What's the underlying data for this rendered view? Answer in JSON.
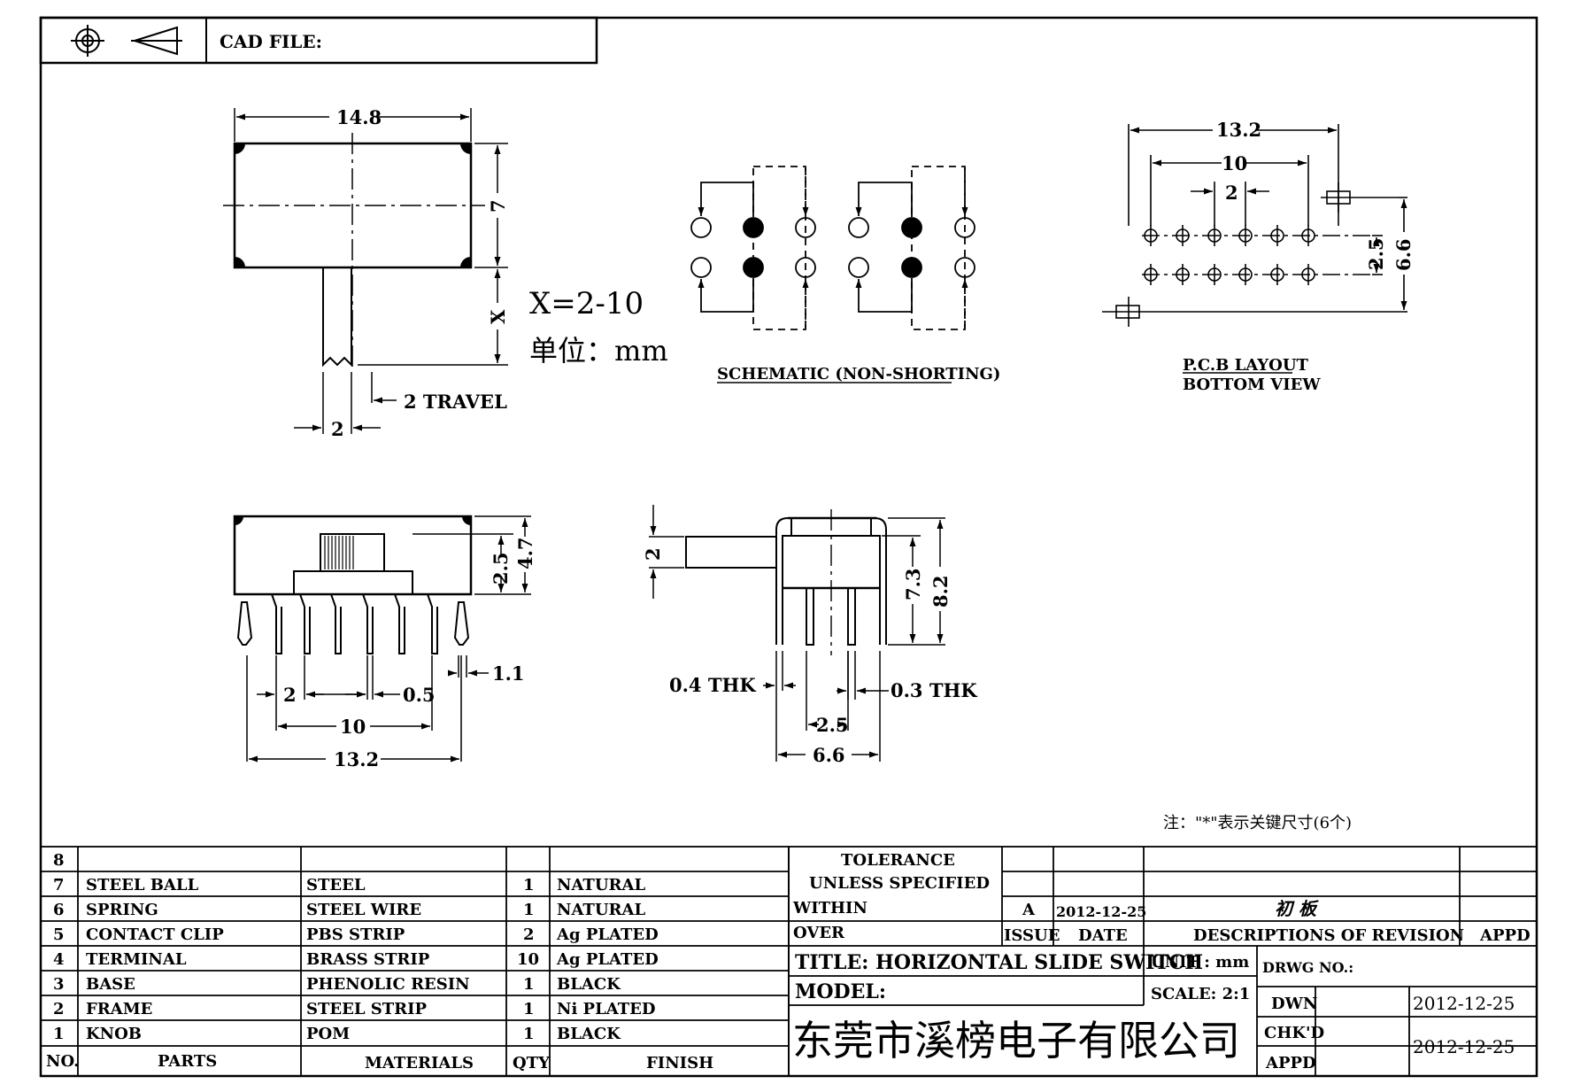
{
  "header": {
    "cad_file_label": "CAD FILE:"
  },
  "top_view": {
    "width": "14.8",
    "height": "7",
    "knob_length": "X",
    "knob_width": "2",
    "travel": "2 TRAVEL",
    "x_range": "X=2-10",
    "unit_note": "单位：mm"
  },
  "schematic": {
    "label": "SCHEMATIC (NON-SHORTING)"
  },
  "pcb": {
    "width": "13.2",
    "span": "10",
    "pitch": "2",
    "row_pitch": "2.5",
    "outer": "6.6",
    "label_line1": "P.C.B LAYOUT",
    "label_line2": "BOTTOM VIEW"
  },
  "front_view": {
    "height_a": "2.5",
    "height_b": "4.7",
    "pitch": "2",
    "gap": "0.5",
    "span": "10",
    "width": "13.2",
    "tab": "1.1"
  },
  "side_view": {
    "knob": "2",
    "height_a": "7.3",
    "height_b": "8.2",
    "thk_left": "0.4 THK",
    "thk_right": "0.3 THK",
    "row": "2.5",
    "width": "6.6"
  },
  "note": "注：\"*\"表示关键尺寸(6个)",
  "bom": {
    "headers": [
      "NO.",
      "PARTS",
      "MATERIALS",
      "QTY",
      "FINISH"
    ],
    "rows": [
      [
        "8",
        "",
        "",
        "",
        ""
      ],
      [
        "7",
        "STEEL BALL",
        "STEEL",
        "1",
        "NATURAL"
      ],
      [
        "6",
        "SPRING",
        "STEEL WIRE",
        "1",
        "NATURAL"
      ],
      [
        "5",
        "CONTACT CLIP",
        "PBS STRIP",
        "2",
        "Ag PLATED"
      ],
      [
        "4",
        "TERMINAL",
        "BRASS STRIP",
        "10",
        "Ag PLATED"
      ],
      [
        "3",
        "BASE",
        "PHENOLIC RESIN",
        "1",
        "BLACK"
      ],
      [
        "2",
        "FRAME",
        "STEEL STRIP",
        "1",
        "Ni PLATED"
      ],
      [
        "1",
        "KNOB",
        "POM",
        "1",
        "BLACK"
      ]
    ]
  },
  "title_block": {
    "tolerance_line1": "TOLERANCE",
    "tolerance_line2": "UNLESS  SPECIFIED",
    "within": "WITHIN",
    "over": "OVER",
    "revision": "A",
    "revision_date": "2012-12-25",
    "revision_desc": "初 板",
    "issue": "ISSUE",
    "date": "DATE",
    "desc_of_revision": "DESCRIPTIONS OF REVISION",
    "appd": "APPD",
    "title": "TITLE: HORIZONTAL SLIDE SWITCH",
    "unit": "UNIT : mm",
    "drwg_no": "DRWG NO.:",
    "model": "MODEL:",
    "scale": "SCALE: 2:1",
    "dwn": "DWN",
    "dwn_date": "2012-12-25",
    "chkd": "CHK'D",
    "appd_short": "APPD",
    "chk_date": "2012-12-25",
    "company": "东莞市溪榜电子有限公司"
  }
}
